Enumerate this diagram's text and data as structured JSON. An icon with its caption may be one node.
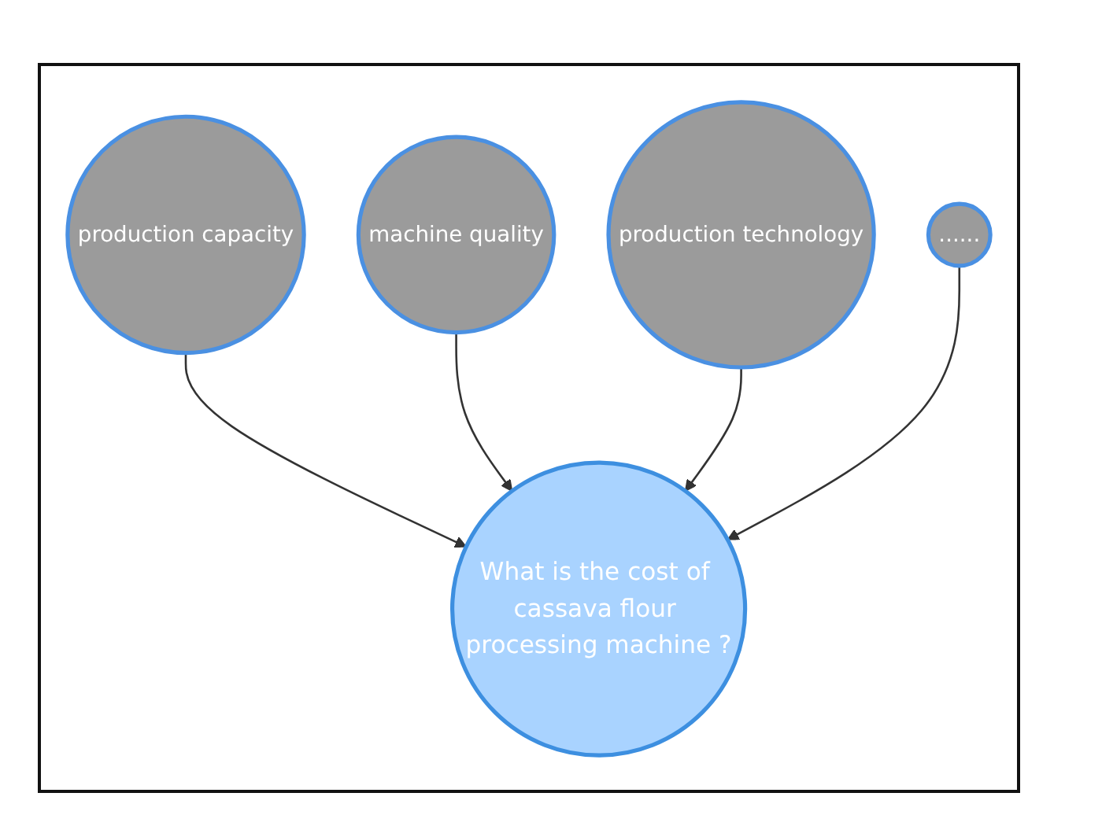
{
  "diagram": {
    "nodes": [
      {
        "text": [
          "production capacity"
        ]
      },
      {
        "text": [
          "machine quality"
        ]
      },
      {
        "text": [
          "What is the cost of cassava flour processing machine ?"
        ]
      },
      {
        "text": [
          "production technology"
        ]
      },
      {
        "text": [
          "......"
        ]
      }
    ],
    "edges": [
      {
        "from": 0,
        "to": 2,
        "arrow": "to"
      },
      {
        "from": 1,
        "to": 2,
        "arrow": "to"
      },
      {
        "from": 3,
        "to": 2,
        "arrow": "to"
      },
      {
        "from": 4,
        "to": 2,
        "arrow": "to"
      }
    ]
  }
}
